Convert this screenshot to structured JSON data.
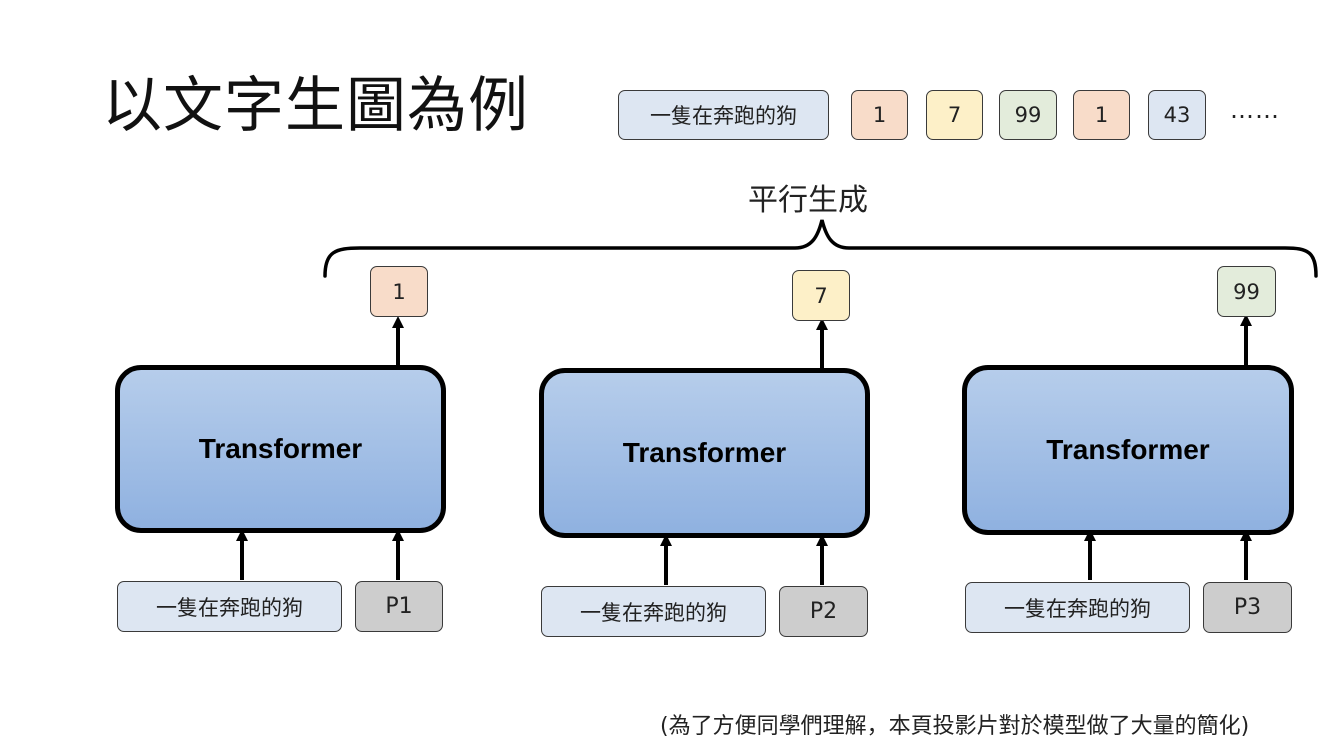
{
  "title": "以文字生圖為例",
  "sequence": {
    "prompt": "一隻在奔跑的狗",
    "tokens": [
      "1",
      "7",
      "99",
      "1",
      "43"
    ],
    "ellipsis": "……"
  },
  "brace_label": "平行生成",
  "columns": [
    {
      "output": "1",
      "model": "Transformer",
      "prompt": "一隻在奔跑的狗",
      "position": "P1"
    },
    {
      "output": "7",
      "model": "Transformer",
      "prompt": "一隻在奔跑的狗",
      "position": "P2"
    },
    {
      "output": "99",
      "model": "Transformer",
      "prompt": "一隻在奔跑的狗",
      "position": "P3"
    }
  ],
  "footnote": "(為了方便同學們理解，本頁投影片對於模型做了大量的簡化)",
  "colors": {
    "prompt_bg": "#dde6f2",
    "token_orange": "#f8dcc9",
    "token_yellow": "#fdf0c8",
    "token_green": "#e3ecdb",
    "token_blue": "#dde6f2",
    "position_bg": "#cdcdcd",
    "transformer_top": "#b6cdeb",
    "transformer_bottom": "#8fb1e0"
  }
}
